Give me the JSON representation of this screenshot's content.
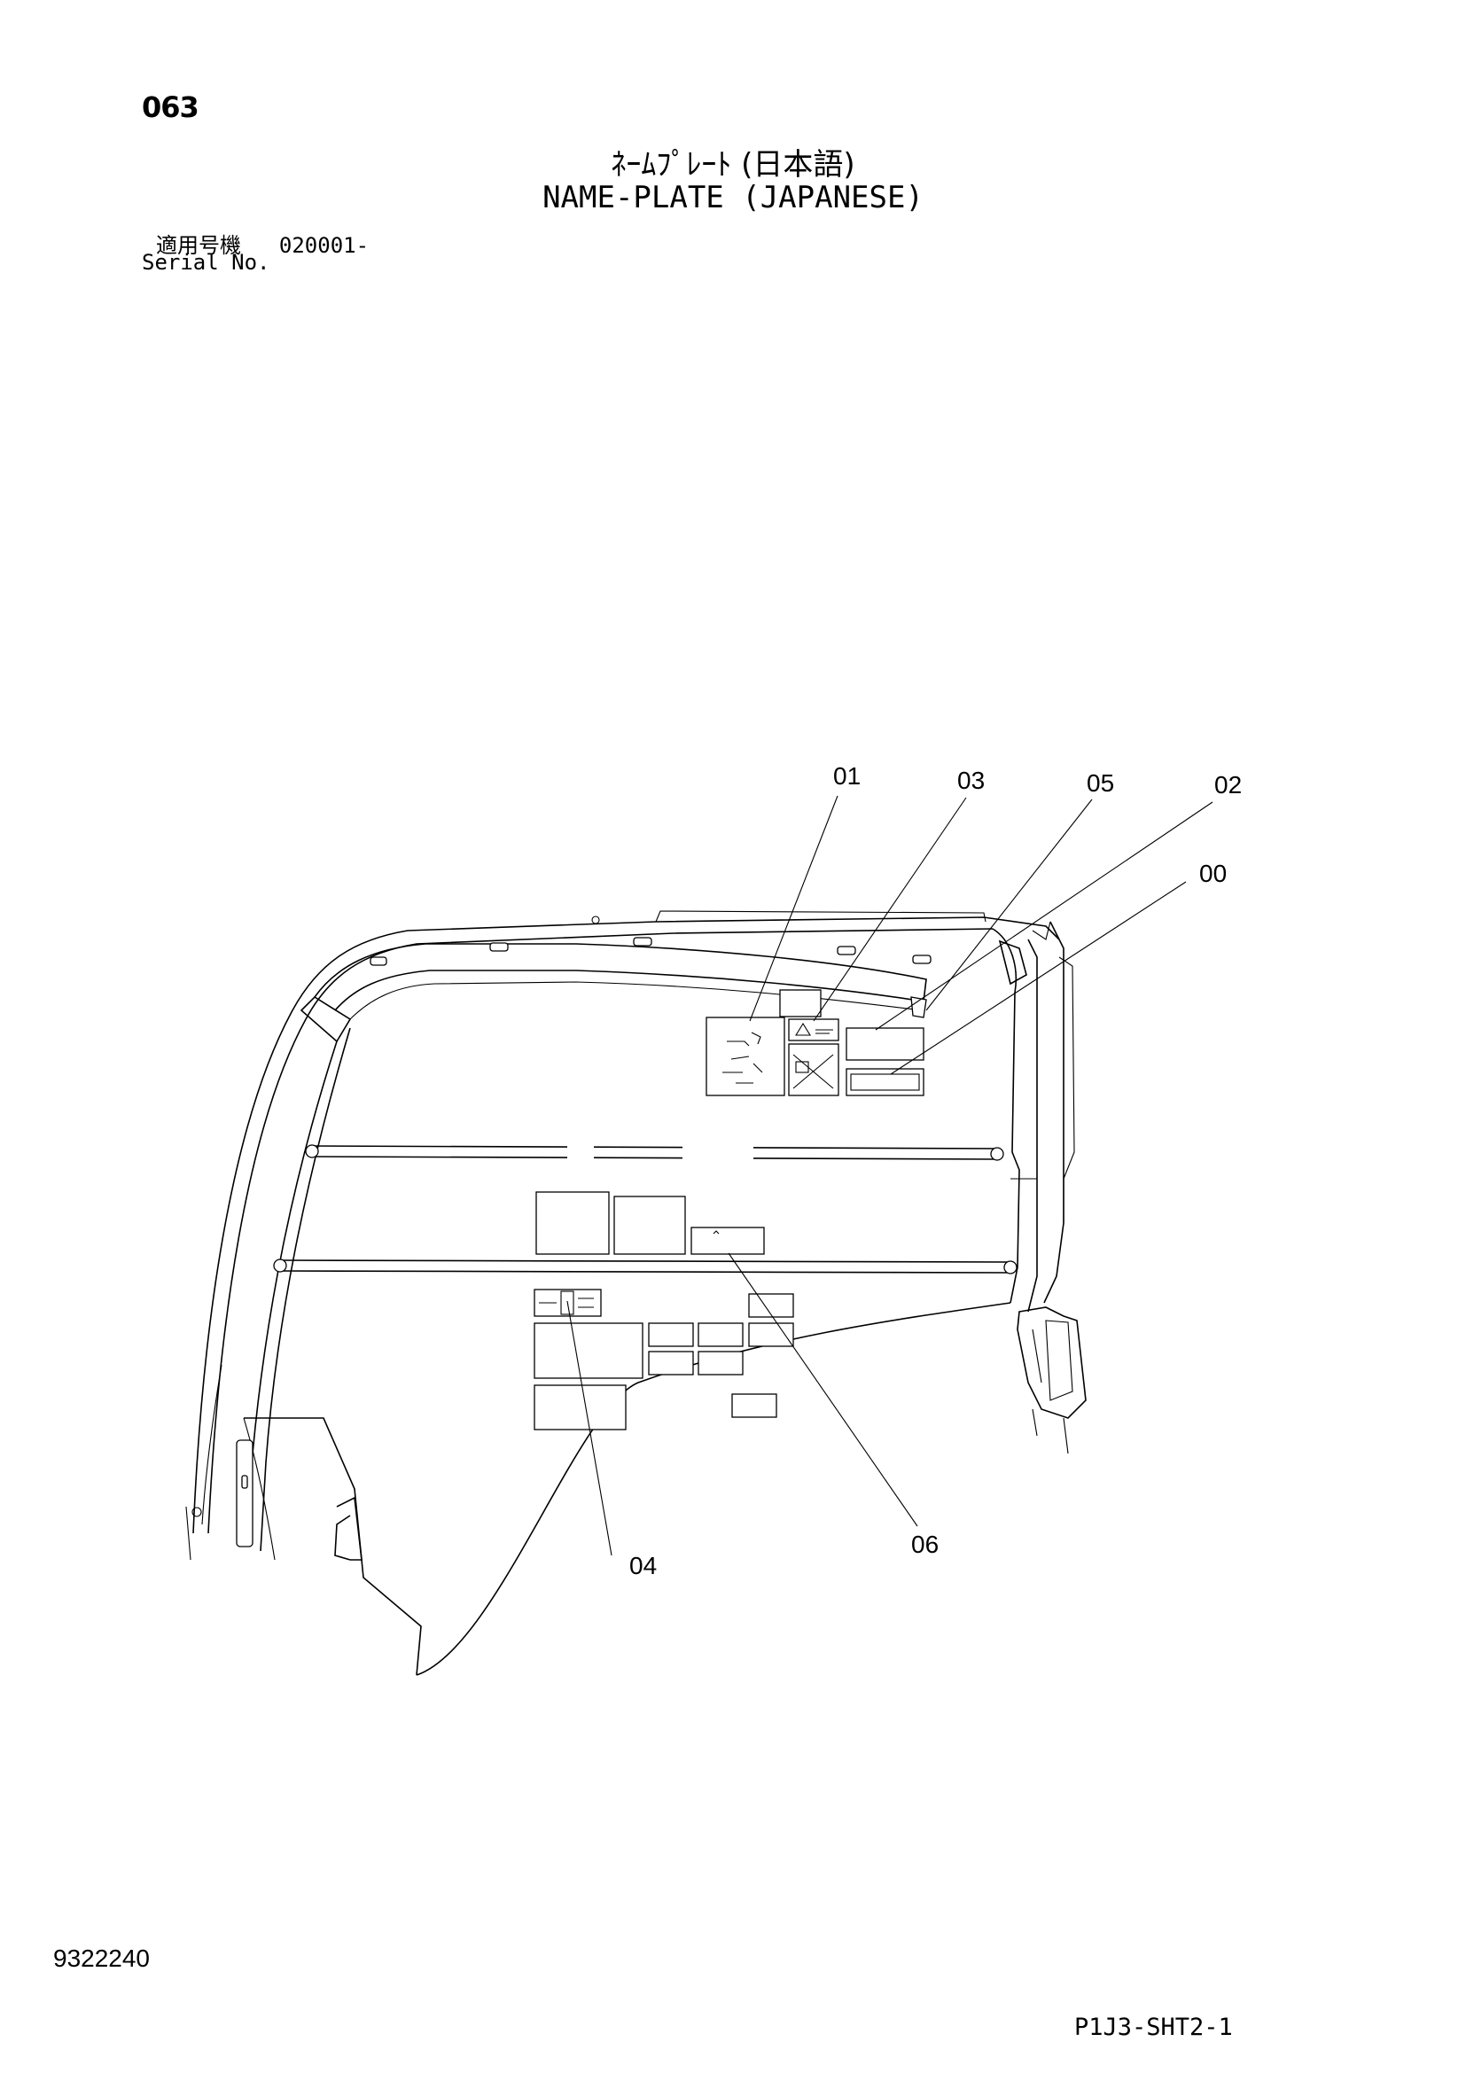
{
  "header": {
    "page_number": "063",
    "title_jp": "ﾈｰﾑﾌﾟﾚｰﾄ (日本語)",
    "title_en": "NAME-PLATE (JAPANESE)",
    "serial_label_jp": "適用号機",
    "serial_value": "020001-",
    "serial_label_en": "Serial No."
  },
  "callouts": {
    "c00": "00",
    "c01": "01",
    "c02": "02",
    "c03": "03",
    "c04": "04",
    "c05": "05",
    "c06": "06"
  },
  "footer": {
    "document_number": "9322240",
    "sheet_id": "P1J3-SHT2-1"
  }
}
